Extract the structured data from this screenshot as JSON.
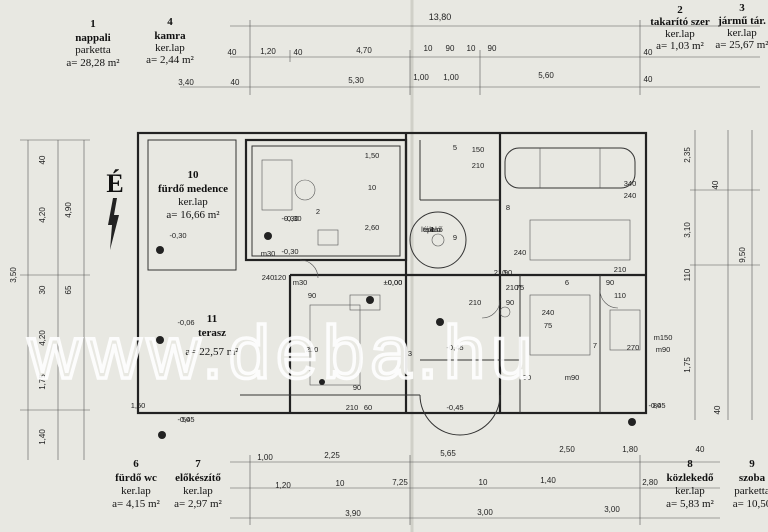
{
  "rooms": [
    {
      "num": "1",
      "name": "nappali",
      "floor": "parketta",
      "area": "a= 28,28 m²"
    },
    {
      "num": "4",
      "name": "kamra",
      "floor": "ker.lap",
      "area": "a= 2,44 m²"
    },
    {
      "num": "2",
      "name": "takarító szer",
      "floor": "ker.lap",
      "area": "a= 1,03 m²"
    },
    {
      "num": "3",
      "name": "jármű tár.",
      "floor": "ker.lap",
      "area": "a= 25,67 m²"
    },
    {
      "num": "10",
      "name": "fürdő medence",
      "floor": "ker.lap",
      "area": "a= 16,66 m²"
    },
    {
      "num": "11",
      "name": "terasz",
      "floor": "",
      "area": "a= 22,57 m²"
    },
    {
      "num": "6",
      "name": "fürdő wc",
      "floor": "ker.lap",
      "area": "a= 4,15 m²"
    },
    {
      "num": "7",
      "name": "előkészítő",
      "floor": "ker.lap",
      "area": "a= 2,97 m²"
    },
    {
      "num": "8",
      "name": "közlekedő",
      "floor": "ker.lap",
      "area": "a= 5,83 m²"
    },
    {
      "num": "9",
      "name": "szoba",
      "floor": "parketta",
      "area": "a= 10,50"
    }
  ],
  "dimensions": {
    "top_total": "13,80",
    "top_row1": [
      "40",
      "1,20",
      "40",
      "4,70",
      "10",
      "90",
      "10",
      "90",
      "40"
    ],
    "top_row2": [
      "3,40",
      "40",
      "5,30",
      "1,00",
      "1,00",
      "5,60",
      "40"
    ],
    "left_outer": [
      "3,50"
    ],
    "left_inner": [
      "40",
      "4,20",
      "4,90",
      "30",
      "65",
      "4,20",
      "1,75",
      "1,40"
    ],
    "right": [
      "2,35",
      "40",
      "3,10",
      "9,50",
      "110",
      "1,75",
      "40"
    ],
    "bottom_row1": [
      "1,00",
      "2,25",
      "5,65",
      "2,50",
      "1,80",
      "40"
    ],
    "bottom_row2": [
      "1,20",
      "10",
      "7,25",
      "10",
      "1,40",
      "2,80"
    ],
    "bottom_row3": [
      "3,90",
      "3,00",
      "3,00"
    ],
    "interior": [
      "150",
      "210",
      "340",
      "240",
      "1,50",
      "10",
      "2,60",
      "-0,30",
      "-0,30",
      "±0,00",
      "m30",
      "m30",
      "90",
      "240",
      "120",
      "210",
      "90",
      "210",
      "75",
      "210",
      "90",
      "240",
      "75",
      "210",
      "110",
      "240",
      "90",
      "210",
      "60",
      "90",
      "90",
      "270",
      "210",
      "m150",
      "m90",
      "m90",
      "50",
      "80",
      "1,50",
      "-0,45",
      "-0,45",
      "6",
      "7",
      "5",
      "8",
      "9",
      "2",
      "3",
      "4",
      "1",
      "tálaló",
      "lépcső"
    ],
    "levels": [
      "±0,00",
      "-0,30",
      "-0,30",
      "-0,06",
      "-0,45",
      "-0,45"
    ]
  },
  "north_label": "É",
  "watermark": "www.deba.hu"
}
